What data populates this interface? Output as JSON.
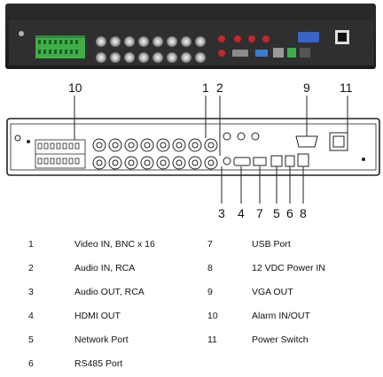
{
  "callouts": {
    "top": [
      "10",
      "1",
      "2",
      "9",
      "11"
    ],
    "bottom": [
      "3",
      "4",
      "7",
      "5",
      "6",
      "8"
    ]
  },
  "legend": [
    {
      "num": "1",
      "label": "Video IN, BNC x 16"
    },
    {
      "num": "2",
      "label": "Audio IN, RCA"
    },
    {
      "num": "3",
      "label": "Audio OUT, RCA"
    },
    {
      "num": "4",
      "label": "HDMI OUT"
    },
    {
      "num": "5",
      "label": "Network Port"
    },
    {
      "num": "6",
      "label": "RS485 Port"
    },
    {
      "num": "7",
      "label": "USB Port"
    },
    {
      "num": "8",
      "label": "12 VDC Power IN"
    },
    {
      "num": "9",
      "label": "VGA OUT"
    },
    {
      "num": "10",
      "label": "Alarm IN/OUT"
    },
    {
      "num": "11",
      "label": "Power Switch"
    }
  ],
  "colors": {
    "terminal": "#3fae49",
    "vga": "#3b63c8",
    "usb": "#3a7bd5",
    "audio_red": "#c0282d"
  }
}
